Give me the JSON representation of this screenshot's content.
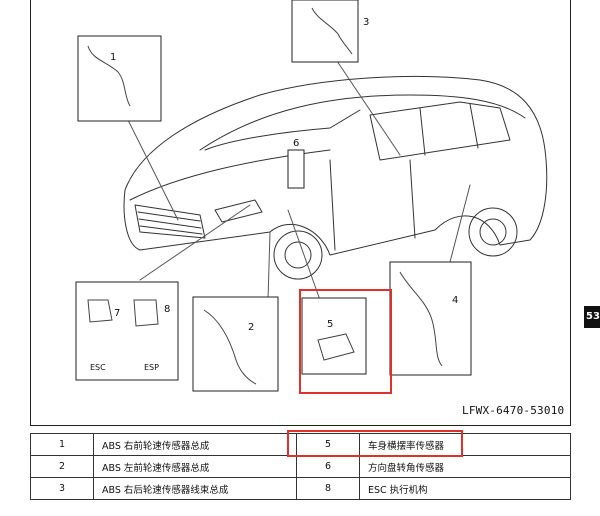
{
  "figure": {
    "code": "LFWX-6470-53010",
    "page_tab": "53",
    "callouts": [
      "1",
      "2",
      "3",
      "4",
      "5",
      "6",
      "7",
      "8"
    ],
    "module_labels": {
      "esc": "ESC",
      "esp": "ESP"
    },
    "highlight_color": "#e0302a"
  },
  "parts_table": {
    "rows": [
      {
        "left_no": "1",
        "left_name": "ABS 右前轮速传感器总成",
        "right_no": "5",
        "right_name": "车身横摆率传感器"
      },
      {
        "left_no": "2",
        "left_name": "ABS 左前轮速传感器总成",
        "right_no": "6",
        "right_name": "方向盘转角传感器"
      },
      {
        "left_no": "3",
        "left_name": "ABS 右后轮速传感器线束总成",
        "right_no": "8",
        "right_name": "ESC 执行机构"
      }
    ]
  }
}
